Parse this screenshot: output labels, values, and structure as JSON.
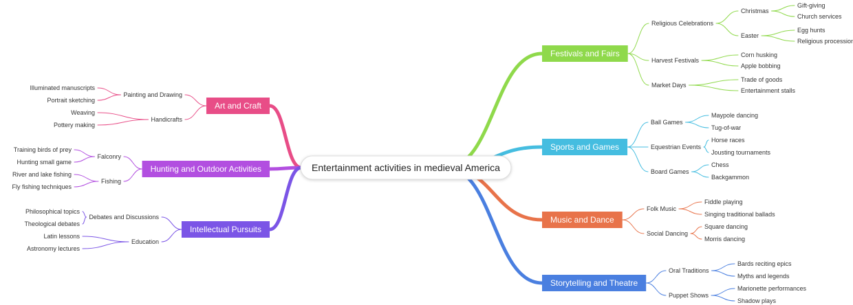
{
  "root": "Entertainment activities in medieval America",
  "branches": [
    {
      "label": "Festivals and Fairs",
      "color": "#8fd94b",
      "children": [
        {
          "label": "Religious Celebrations",
          "children": [
            {
              "label": "Christmas",
              "children": [
                "Gift-giving",
                "Church services"
              ]
            },
            {
              "label": "Easter",
              "children": [
                "Egg hunts",
                "Religious processions"
              ]
            }
          ]
        },
        {
          "label": "Harvest Festivals",
          "children": [
            "Corn husking",
            "Apple bobbing"
          ]
        },
        {
          "label": "Market Days",
          "children": [
            "Trade of goods",
            "Entertainment stalls"
          ]
        }
      ]
    },
    {
      "label": "Sports and Games",
      "color": "#45bde0",
      "children": [
        {
          "label": "Ball Games",
          "children": [
            "Maypole dancing",
            "Tug-of-war"
          ]
        },
        {
          "label": "Equestrian Events",
          "children": [
            "Horse races",
            "Jousting tournaments"
          ]
        },
        {
          "label": "Board Games",
          "children": [
            "Chess",
            "Backgammon"
          ]
        }
      ]
    },
    {
      "label": "Music and Dance",
      "color": "#e8734a",
      "children": [
        {
          "label": "Folk Music",
          "children": [
            "Fiddle playing",
            "Singing traditional ballads"
          ]
        },
        {
          "label": "Social Dancing",
          "children": [
            "Square dancing",
            "Morris dancing"
          ]
        }
      ]
    },
    {
      "label": "Storytelling and Theatre",
      "color": "#4a7fe0",
      "children": [
        {
          "label": "Oral Traditions",
          "children": [
            "Bards reciting epics",
            "Myths and legends"
          ]
        },
        {
          "label": "Puppet Shows",
          "children": [
            "Marionette performances",
            "Shadow plays"
          ]
        }
      ]
    },
    {
      "label": "Art and Craft",
      "color": "#e84d87",
      "children": [
        {
          "label": "Painting and Drawing",
          "children": [
            "Illuminated manuscripts",
            "Portrait sketching"
          ]
        },
        {
          "label": "Handicrafts",
          "children": [
            "Weaving",
            "Pottery making"
          ]
        }
      ]
    },
    {
      "label": "Hunting and Outdoor Activities",
      "color": "#b24fe0",
      "children": [
        {
          "label": "Falconry",
          "children": [
            "Training birds of prey",
            "Hunting small game"
          ]
        },
        {
          "label": "Fishing",
          "children": [
            "River and lake fishing",
            "Fly fishing techniques"
          ]
        }
      ]
    },
    {
      "label": "Intellectual Pursuits",
      "color": "#7b55e6",
      "children": [
        {
          "label": "Debates and Discussions",
          "children": [
            "Philosophical topics",
            "Theological debates"
          ]
        },
        {
          "label": "Education",
          "children": [
            "Latin lessons",
            "Astronomy lectures"
          ]
        }
      ]
    }
  ]
}
